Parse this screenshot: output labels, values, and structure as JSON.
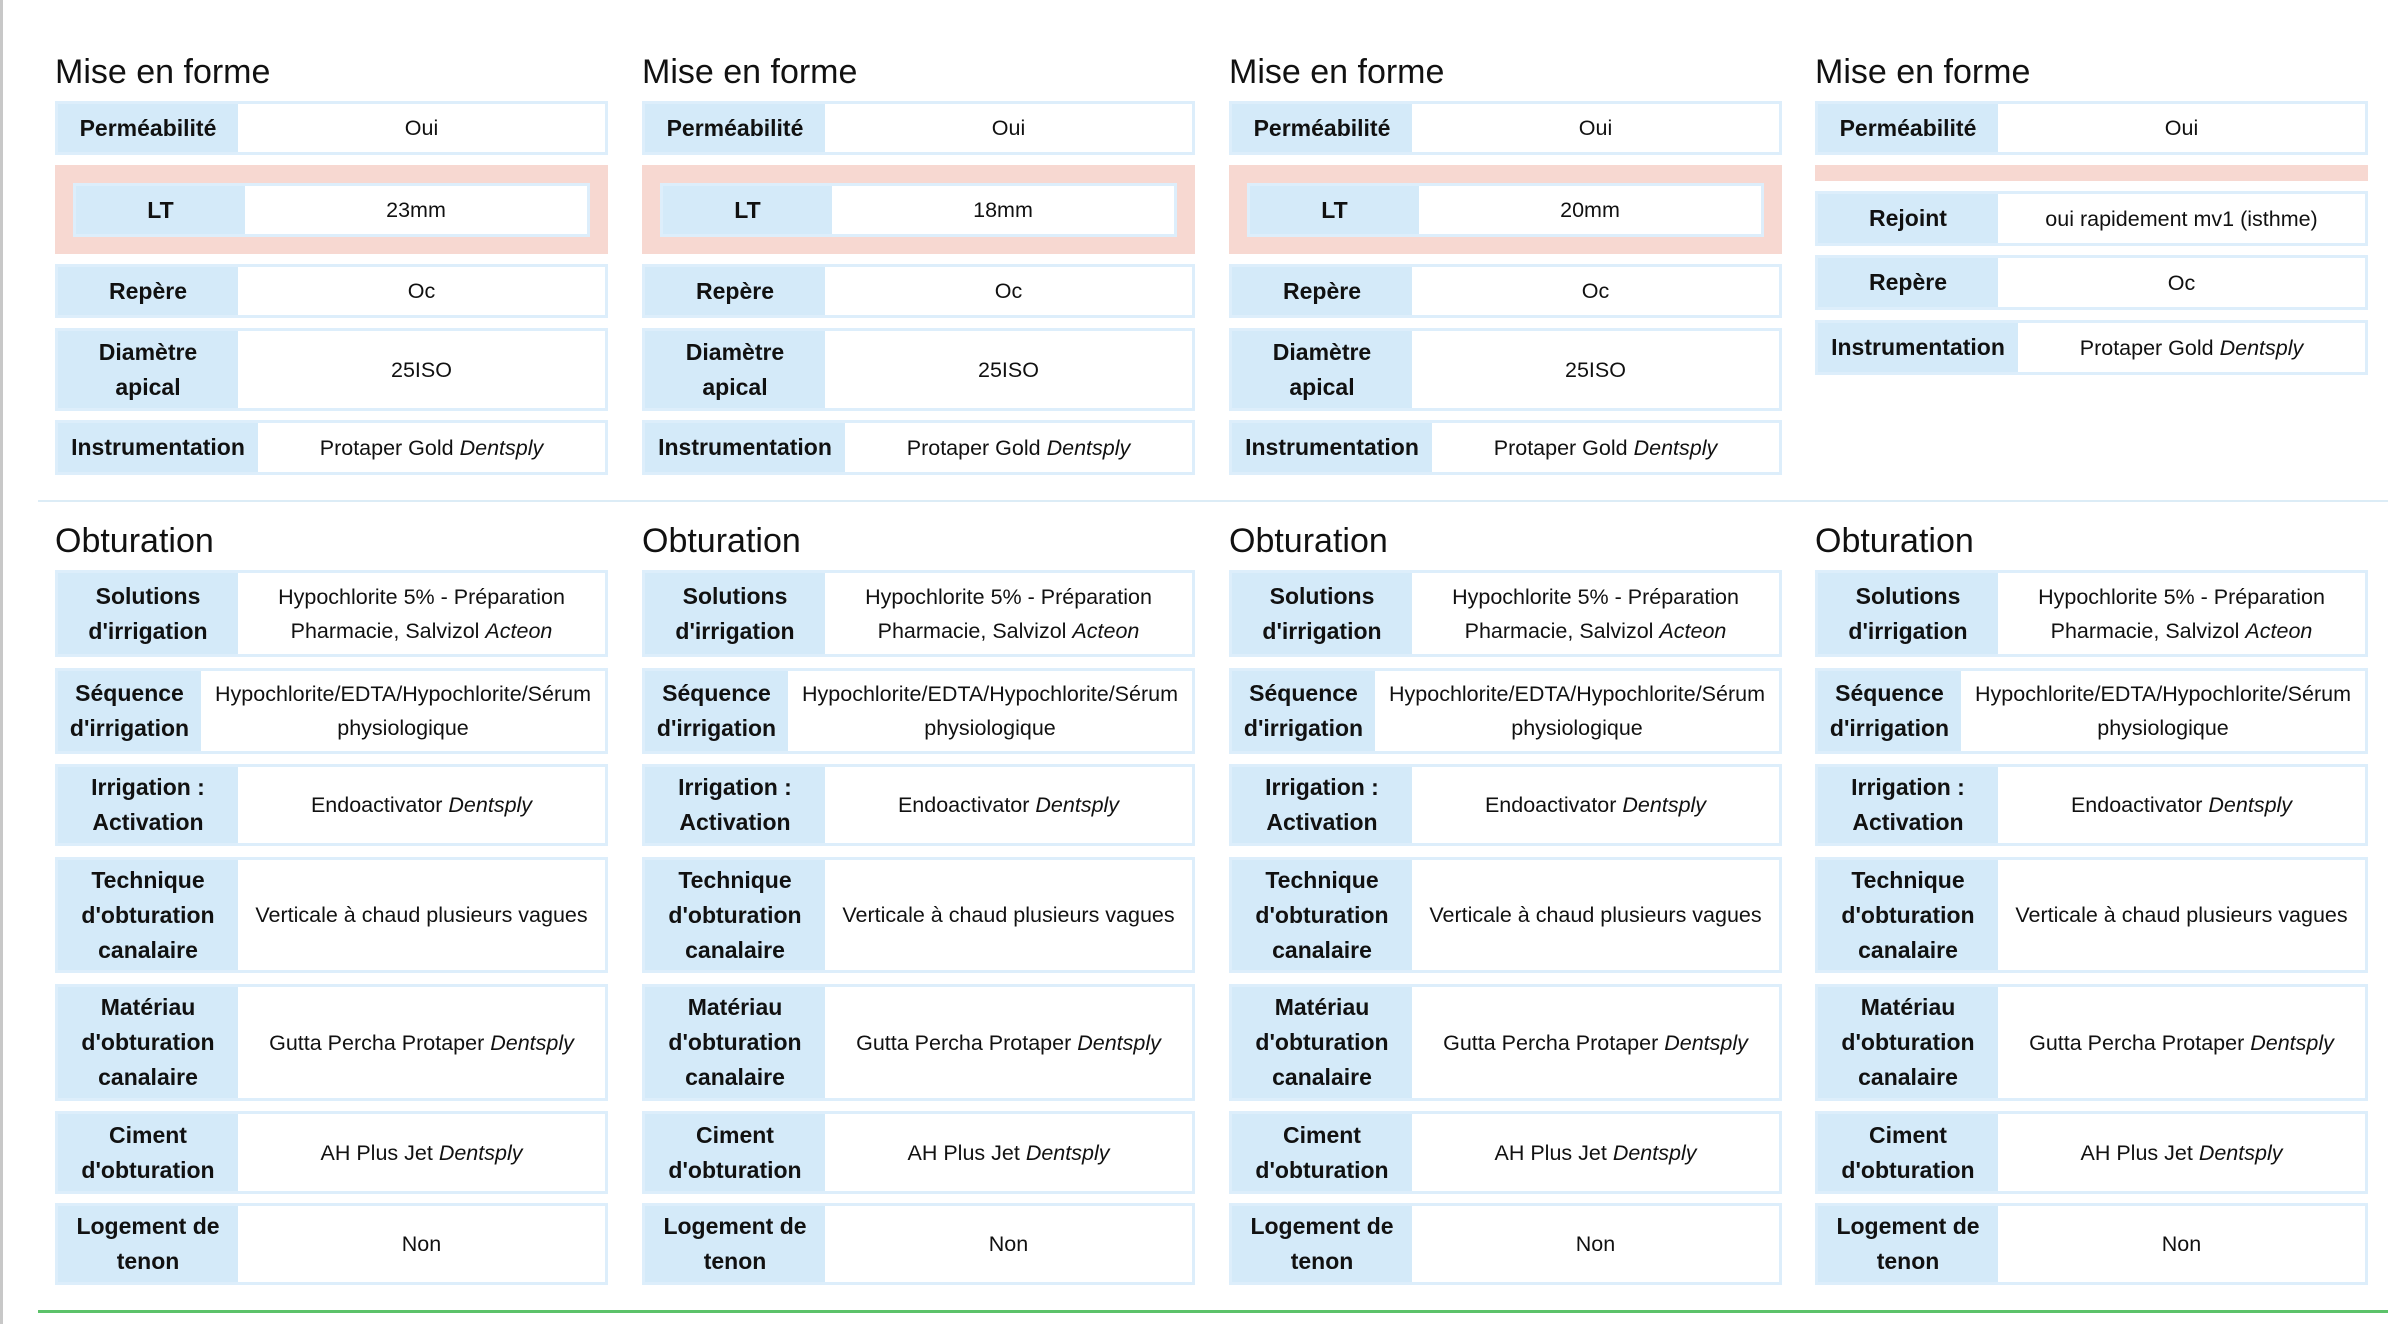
{
  "columns": [
    {
      "shaping_title": "Mise en forme",
      "permeability": {
        "label": "Perméabilité",
        "value": "Oui"
      },
      "lt": {
        "label": "LT",
        "value": "23mm"
      },
      "repere": {
        "label": "Repère",
        "value": "Oc"
      },
      "diameter": {
        "label": "Diamètre apical",
        "value": "25ISO"
      },
      "instrumentation": {
        "label": "Instrumentation",
        "value": "Protaper Gold",
        "brand": "Dentsply"
      },
      "obturation_title": "Obturation",
      "solutions": {
        "label": "Solutions d'irrigation",
        "value": "Hypochlorite 5% - Préparation Pharmacie, Salvizol",
        "brand": "Acteon"
      },
      "sequence": {
        "label": "Séquence d'irrigation",
        "value": "Hypochlorite/EDTA/Hypochlorite/Sérum physiologique"
      },
      "activation": {
        "label": "Irrigation : Activation",
        "value": "Endoactivator",
        "brand": "Dentsply"
      },
      "technique": {
        "label": "Technique d'obturation canalaire",
        "value": "Verticale à chaud plusieurs vagues"
      },
      "material": {
        "label": "Matériau d'obturation canalaire",
        "value": "Gutta Percha Protaper",
        "brand": "Dentsply"
      },
      "cement": {
        "label": "Ciment d'obturation",
        "value": "AH Plus Jet",
        "brand": "Dentsply"
      },
      "post": {
        "label": "Logement de tenon",
        "value": "Non"
      }
    },
    {
      "shaping_title": "Mise en forme",
      "permeability": {
        "label": "Perméabilité",
        "value": "Oui"
      },
      "lt": {
        "label": "LT",
        "value": "18mm"
      },
      "repere": {
        "label": "Repère",
        "value": "Oc"
      },
      "diameter": {
        "label": "Diamètre apical",
        "value": "25ISO"
      },
      "instrumentation": {
        "label": "Instrumentation",
        "value": "Protaper Gold",
        "brand": "Dentsply"
      },
      "obturation_title": "Obturation",
      "solutions": {
        "label": "Solutions d'irrigation",
        "value": "Hypochlorite 5% - Préparation Pharmacie, Salvizol",
        "brand": "Acteon"
      },
      "sequence": {
        "label": "Séquence d'irrigation",
        "value": "Hypochlorite/EDTA/Hypochlorite/Sérum physiologique"
      },
      "activation": {
        "label": "Irrigation : Activation",
        "value": "Endoactivator",
        "brand": "Dentsply"
      },
      "technique": {
        "label": "Technique d'obturation canalaire",
        "value": "Verticale à chaud plusieurs vagues"
      },
      "material": {
        "label": "Matériau d'obturation canalaire",
        "value": "Gutta Percha Protaper",
        "brand": "Dentsply"
      },
      "cement": {
        "label": "Ciment d'obturation",
        "value": "AH Plus Jet",
        "brand": "Dentsply"
      },
      "post": {
        "label": "Logement de tenon",
        "value": "Non"
      }
    },
    {
      "shaping_title": "Mise en forme",
      "permeability": {
        "label": "Perméabilité",
        "value": "Oui"
      },
      "lt": {
        "label": "LT",
        "value": "20mm"
      },
      "repere": {
        "label": "Repère",
        "value": "Oc"
      },
      "diameter": {
        "label": "Diamètre apical",
        "value": "25ISO"
      },
      "instrumentation": {
        "label": "Instrumentation",
        "value": "Protaper Gold",
        "brand": "Dentsply"
      },
      "obturation_title": "Obturation",
      "solutions": {
        "label": "Solutions d'irrigation",
        "value": "Hypochlorite 5% - Préparation Pharmacie, Salvizol",
        "brand": "Acteon"
      },
      "sequence": {
        "label": "Séquence d'irrigation",
        "value": "Hypochlorite/EDTA/Hypochlorite/Sérum physiologique"
      },
      "activation": {
        "label": "Irrigation : Activation",
        "value": "Endoactivator",
        "brand": "Dentsply"
      },
      "technique": {
        "label": "Technique d'obturation canalaire",
        "value": "Verticale à chaud plusieurs vagues"
      },
      "material": {
        "label": "Matériau d'obturation canalaire",
        "value": "Gutta Percha Protaper",
        "brand": "Dentsply"
      },
      "cement": {
        "label": "Ciment d'obturation",
        "value": "AH Plus Jet",
        "brand": "Dentsply"
      },
      "post": {
        "label": "Logement de tenon",
        "value": "Non"
      }
    },
    {
      "shaping_title": "Mise en forme",
      "permeability": {
        "label": "Perméabilité",
        "value": "Oui"
      },
      "rejoint": {
        "label": "Rejoint",
        "value": "oui rapidement mv1 (isthme)"
      },
      "repere": {
        "label": "Repère",
        "value": "Oc"
      },
      "instrumentation": {
        "label": "Instrumentation",
        "value": "Protaper Gold",
        "brand": "Dentsply"
      },
      "obturation_title": "Obturation",
      "solutions": {
        "label": "Solutions d'irrigation",
        "value": "Hypochlorite 5% - Préparation Pharmacie, Salvizol",
        "brand": "Acteon"
      },
      "sequence": {
        "label": "Séquence d'irrigation",
        "value": "Hypochlorite/EDTA/Hypochlorite/Sérum physiologique"
      },
      "activation": {
        "label": "Irrigation : Activation",
        "value": "Endoactivator",
        "brand": "Dentsply"
      },
      "technique": {
        "label": "Technique d'obturation canalaire",
        "value": "Verticale à chaud plusieurs vagues"
      },
      "material": {
        "label": "Matériau d'obturation canalaire",
        "value": "Gutta Percha Protaper",
        "brand": "Dentsply"
      },
      "cement": {
        "label": "Ciment d'obturation",
        "value": "AH Plus Jet",
        "brand": "Dentsply"
      },
      "post": {
        "label": "Logement de tenon",
        "value": "Non"
      }
    }
  ]
}
